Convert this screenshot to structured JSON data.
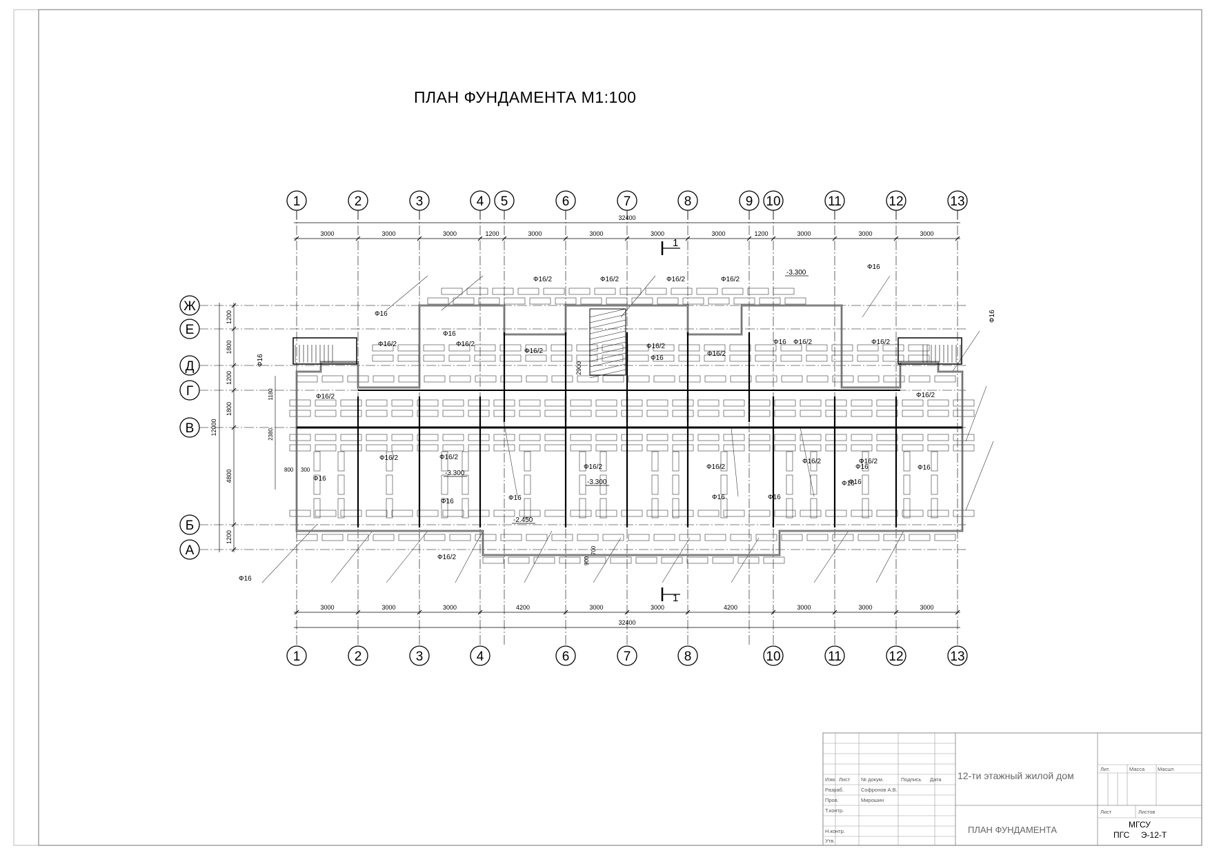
{
  "title": "ПЛАН ФУНДАМЕНТА  М1:100",
  "axes_numeric_top": [
    "1",
    "2",
    "3",
    "4",
    "5",
    "6",
    "7",
    "8",
    "9",
    "10",
    "11",
    "12",
    "13"
  ],
  "axes_numeric_bottom": [
    "1",
    "2",
    "3",
    "4",
    "6",
    "7",
    "8",
    "10",
    "11",
    "12",
    "13"
  ],
  "axes_letter": [
    "Ж",
    "Е",
    "Д",
    "Г",
    "В",
    "Б",
    "А"
  ],
  "dims_top": [
    "3000",
    "3000",
    "3000",
    "1200",
    "3000",
    "3000",
    "3000",
    "3000",
    "1200",
    "3000",
    "3000",
    "3000"
  ],
  "dims_top_total": "32400",
  "dims_bottom": [
    "3000",
    "3000",
    "3000",
    "4200",
    "3000",
    "3000",
    "4200",
    "3000",
    "3000",
    "3000"
  ],
  "dims_bottom_total": "32400",
  "dims_left": [
    "1200",
    "1800",
    "1200",
    "1800",
    "4800",
    "1200"
  ],
  "dims_left_total": "12000",
  "dims_left_inner": [
    "1180",
    "2380"
  ],
  "dims_misc": [
    "800",
    "300",
    "900",
    "700",
    "2900"
  ],
  "section_mark": "1",
  "levels": [
    "-3.300",
    "-3.300",
    "-3.300",
    "-2.450"
  ],
  "rebar_labels": [
    "Ф16",
    "Ф16/2"
  ],
  "title_block": {
    "header_cells": [
      "Изм.",
      "Лист",
      "№ докум.",
      "Подпись",
      "Дата"
    ],
    "rows": [
      {
        "role": "Разраб.",
        "name": "Софронов А.В."
      },
      {
        "role": "Пров.",
        "name": "Мирошин"
      },
      {
        "role": "Т.контр.",
        "name": ""
      },
      {
        "role": "Н.контр.",
        "name": ""
      },
      {
        "role": "Утв.",
        "name": ""
      }
    ],
    "project": "12-ти этажный жилой дом",
    "sheet_title": "ПЛАН ФУНДАМЕНТА",
    "stage_headers": [
      "Лит.",
      "Масса",
      "Масшт."
    ],
    "sheet_headers": [
      "Лист",
      "Листов"
    ],
    "org_line1": "МГСУ",
    "org_line2": "ПГС     Э-12-Т"
  }
}
